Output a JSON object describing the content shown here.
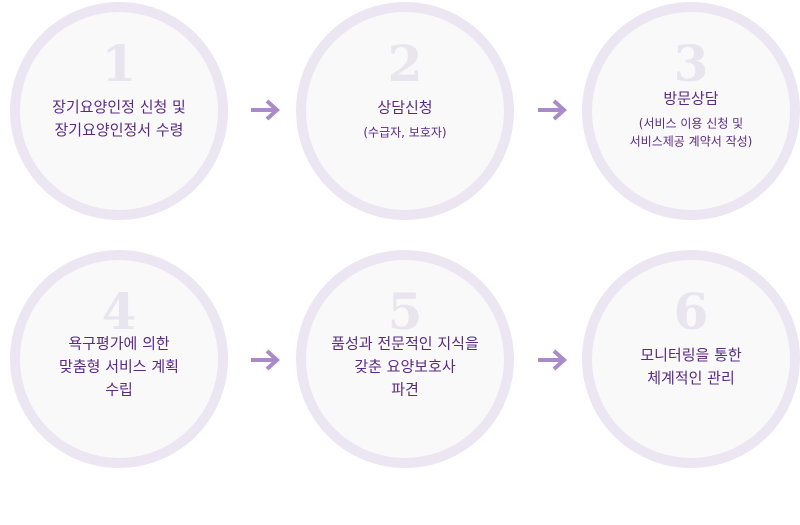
{
  "steps": [
    {
      "num": "1",
      "lines": [
        "장기요양인정 신청 및",
        "장기요양인정서 수령"
      ],
      "sub": []
    },
    {
      "num": "2",
      "lines": [
        "상담신청"
      ],
      "sub": [
        "(수급자, 보호자)"
      ]
    },
    {
      "num": "3",
      "lines": [
        "방문상담"
      ],
      "sub": [
        "(서비스 이용 신청 및",
        "서비스제공 계약서 작성)"
      ]
    },
    {
      "num": "4",
      "lines": [
        "욕구평가에 의한",
        "맞춤형 서비스 계획",
        "수립"
      ],
      "sub": []
    },
    {
      "num": "5",
      "lines": [
        "품성과 전문적인 지식을",
        "갖춘 요양보호사",
        "파견"
      ],
      "sub": []
    },
    {
      "num": "6",
      "lines": [
        "모니터링을 통한",
        "체계적인 관리"
      ],
      "sub": []
    }
  ],
  "colors": {
    "arrow": "#a98bc7",
    "text": "#5a2a84",
    "ring": "#ece6f3"
  }
}
